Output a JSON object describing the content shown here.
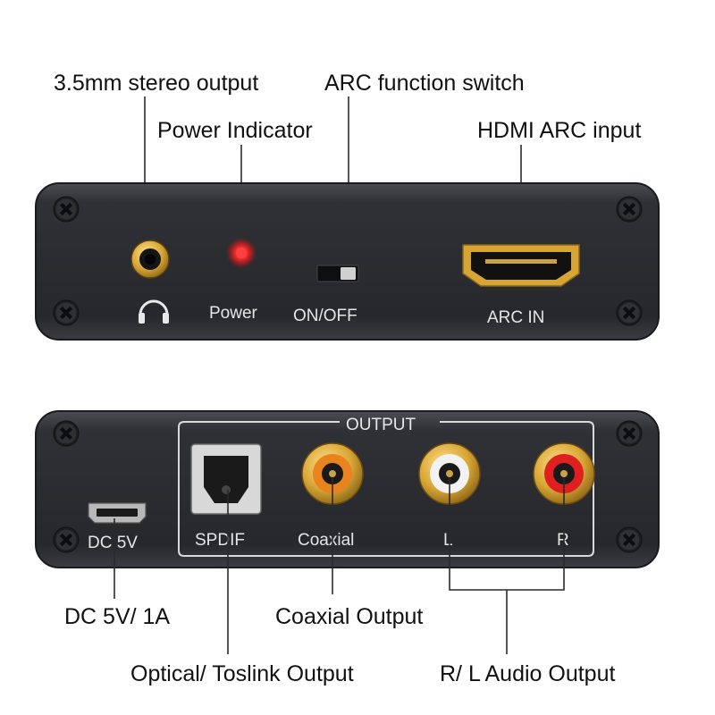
{
  "callouts": {
    "stereo_output": "3.5mm stereo output",
    "arc_switch": "ARC function switch",
    "power_indicator": "Power Indicator",
    "hdmi_arc_input": "HDMI ARC input",
    "dc_power": "DC 5V/ 1A",
    "coaxial_output": "Coaxial Output",
    "optical_output": "Optical/ Toslink Output",
    "rl_audio_output": "R/ L Audio Output"
  },
  "front_panel": {
    "power_label": "Power",
    "switch_label": "ON/OFF",
    "hdmi_label": "ARC IN",
    "headphone_icon": "headphones-icon"
  },
  "back_panel": {
    "output_group_label": "OUTPUT",
    "dc_label": "DC 5V",
    "spdif_label": "SPDIF",
    "coaxial_label": "Coaxial",
    "left_label": "L",
    "right_label": "R"
  },
  "colors": {
    "panel_body": "#2b2d31",
    "gold_ring": "#d7a534",
    "power_led": "#ff2a2a",
    "rca_white": "#f2f2f2",
    "rca_red": "#e02020"
  }
}
